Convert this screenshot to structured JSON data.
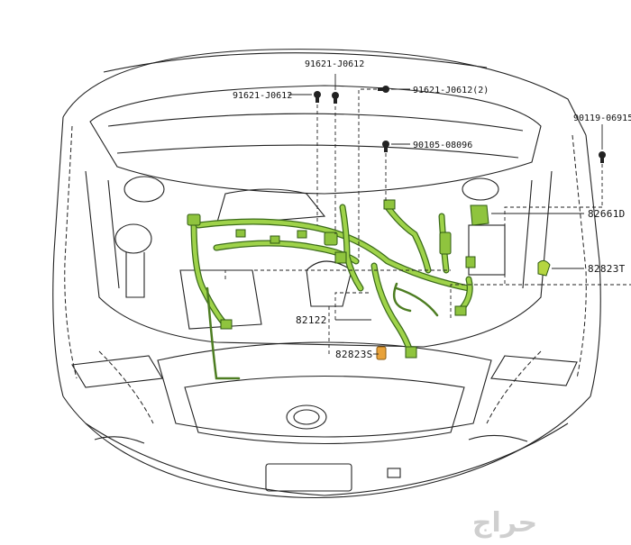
{
  "labels": {
    "bolt_top": "91621-J0612",
    "bolt_left": "91621-J0612",
    "bolt_right2": "91621-J0612(2)",
    "bolt_mid": "90105-08096",
    "bolt_far_right": "90119-06915",
    "part_82661d": "82661D",
    "part_82823t": "82823T",
    "part_82122": "82122",
    "part_82823s": "82823S"
  },
  "watermark": "حراج",
  "colors": {
    "harness_fill": "#9fd34a",
    "harness_outline": "#3b6b1a",
    "connector_orange": "#e8a23a",
    "line": "#222222"
  }
}
